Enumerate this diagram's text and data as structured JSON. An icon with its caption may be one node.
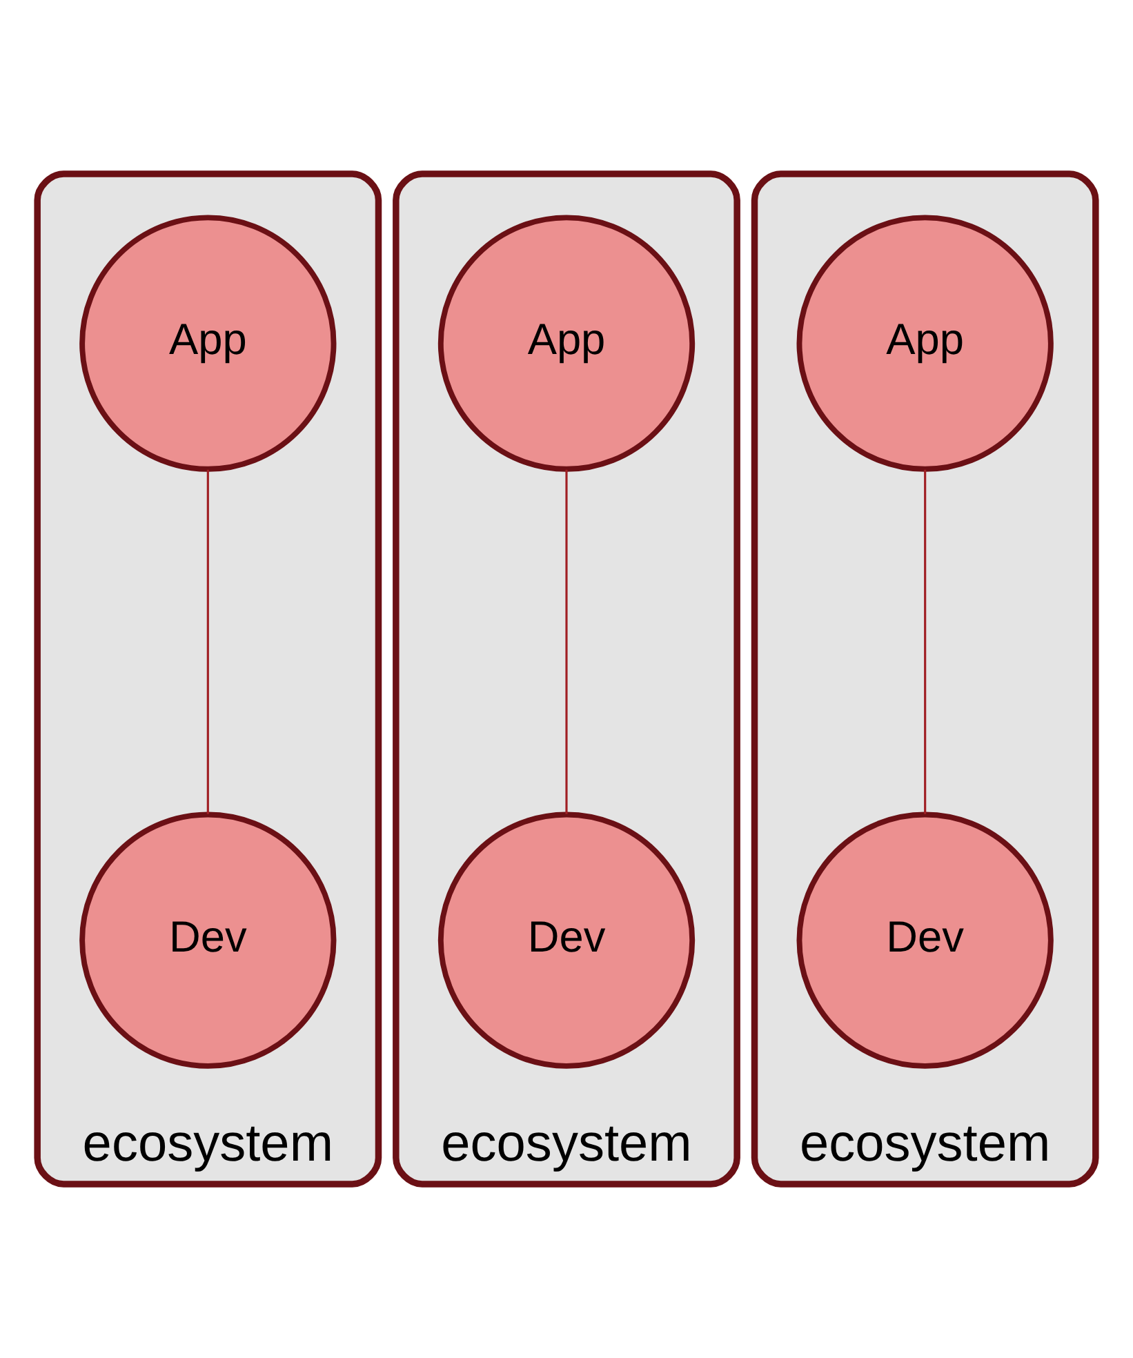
{
  "diagram": {
    "nodes": [
      {
        "text": [
          "ecosystem"
        ]
      },
      {
        "text": [
          "App"
        ],
        "in": 0
      },
      {
        "text": [
          "Dev"
        ],
        "in": 0
      },
      {
        "text": [
          "ecosystem"
        ]
      },
      {
        "text": [
          "App"
        ],
        "in": 3
      },
      {
        "text": [
          "Dev"
        ],
        "in": 3
      },
      {
        "text": [
          "ecosystem"
        ]
      },
      {
        "text": [
          "App"
        ],
        "in": 6
      },
      {
        "text": [
          "Dev"
        ],
        "in": 6
      }
    ],
    "edges": [
      {
        "from": 1,
        "to": 2,
        "arrow": "none"
      },
      {
        "from": 4,
        "to": 5,
        "arrow": "none"
      },
      {
        "from": 7,
        "to": 8,
        "arrow": "none"
      }
    ]
  }
}
